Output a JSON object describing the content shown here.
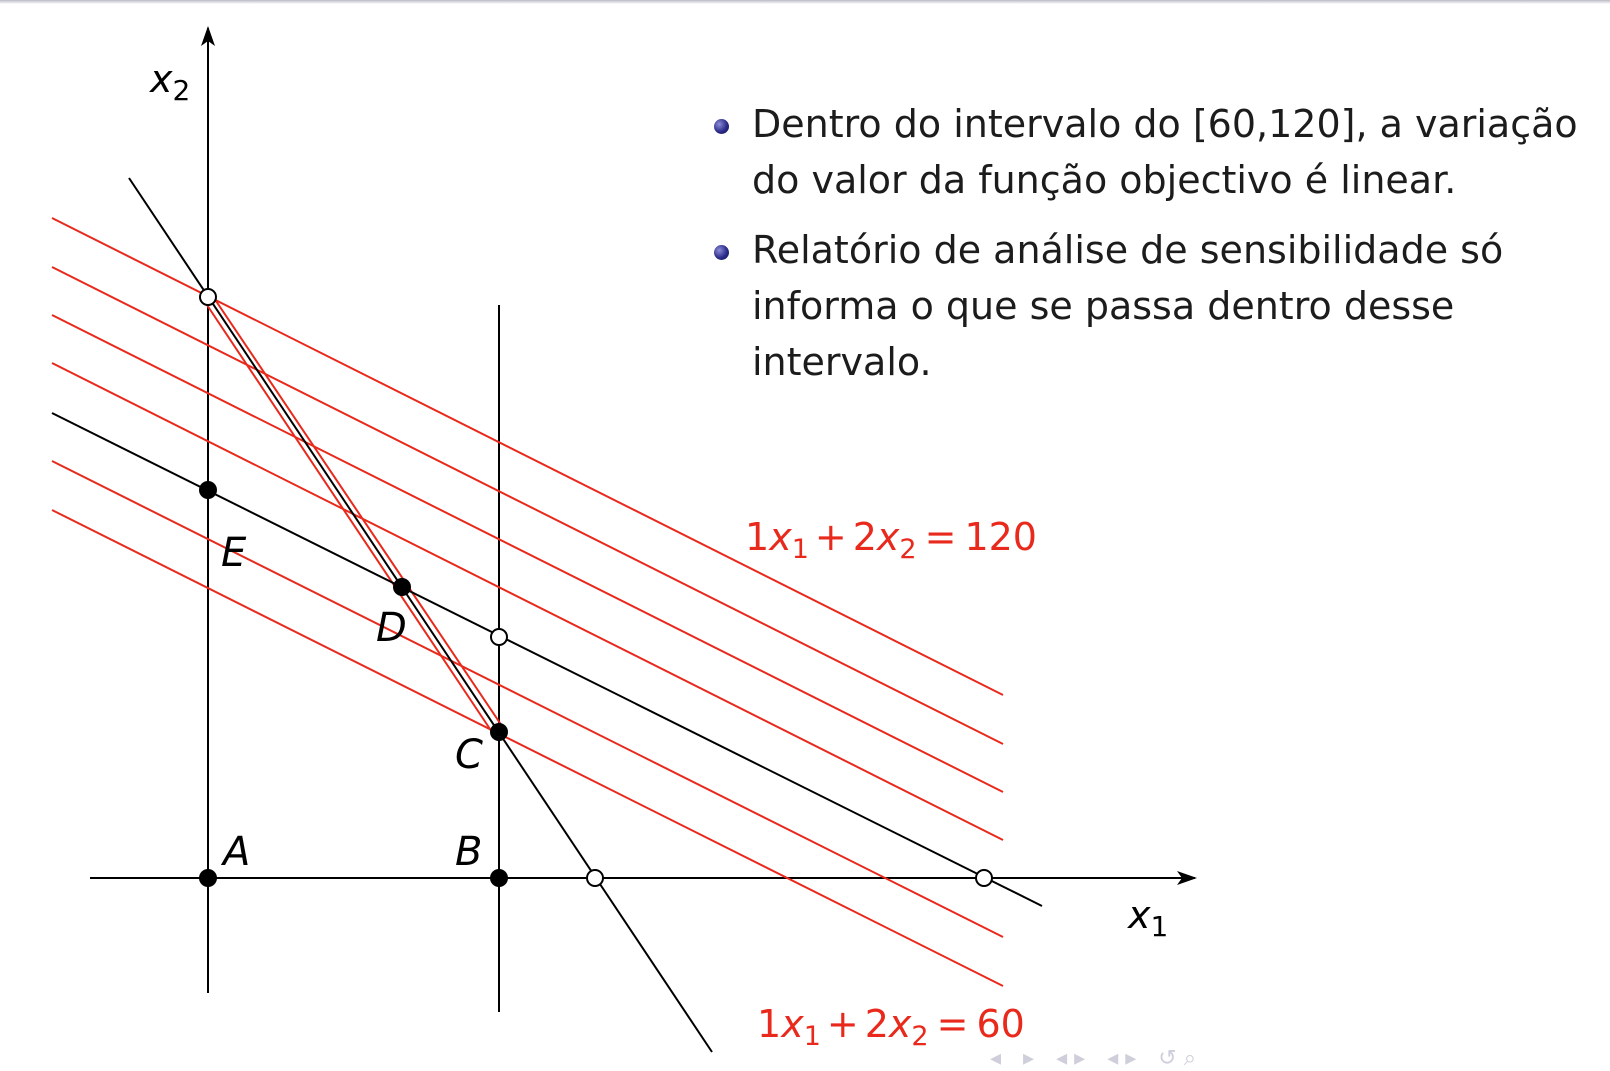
{
  "slide": {
    "bullets": [
      "Dentro do intervalo do [60,120], a variação do valor da função objectivo é linear.",
      "Relatório de análise de sensibilidade só informa o que se passa dentro desse intervalo."
    ]
  },
  "diagram": {
    "axis_x_label": "x",
    "axis_x_sub": "1",
    "axis_y_label": "x",
    "axis_y_sub": "2",
    "points": [
      {
        "label": "A",
        "filled": true
      },
      {
        "label": "B",
        "filled": true
      },
      {
        "label": "C",
        "filled": true
      },
      {
        "label": "D",
        "filled": true
      },
      {
        "label": "E",
        "filled": true
      }
    ],
    "iso_upper": {
      "c1": "1",
      "x1": "x",
      "s1": "1",
      "plus": "+",
      "c2": "2",
      "x2": "x",
      "s2": "2",
      "eq": "=",
      "rhs": "120"
    },
    "iso_lower": {
      "c1": "1",
      "x1": "x",
      "s1": "1",
      "plus": "+",
      "c2": "2",
      "x2": "x",
      "s2": "2",
      "eq": "=",
      "rhs": "60"
    },
    "colors": {
      "constraint": "#000000",
      "iso_profit": "#e8291c"
    }
  },
  "nav_icons": [
    "nav-frame-left-icon",
    "nav-frame-right-icon",
    "nav-section-icon",
    "nav-subsection-icon",
    "nav-zoom-icon"
  ]
}
